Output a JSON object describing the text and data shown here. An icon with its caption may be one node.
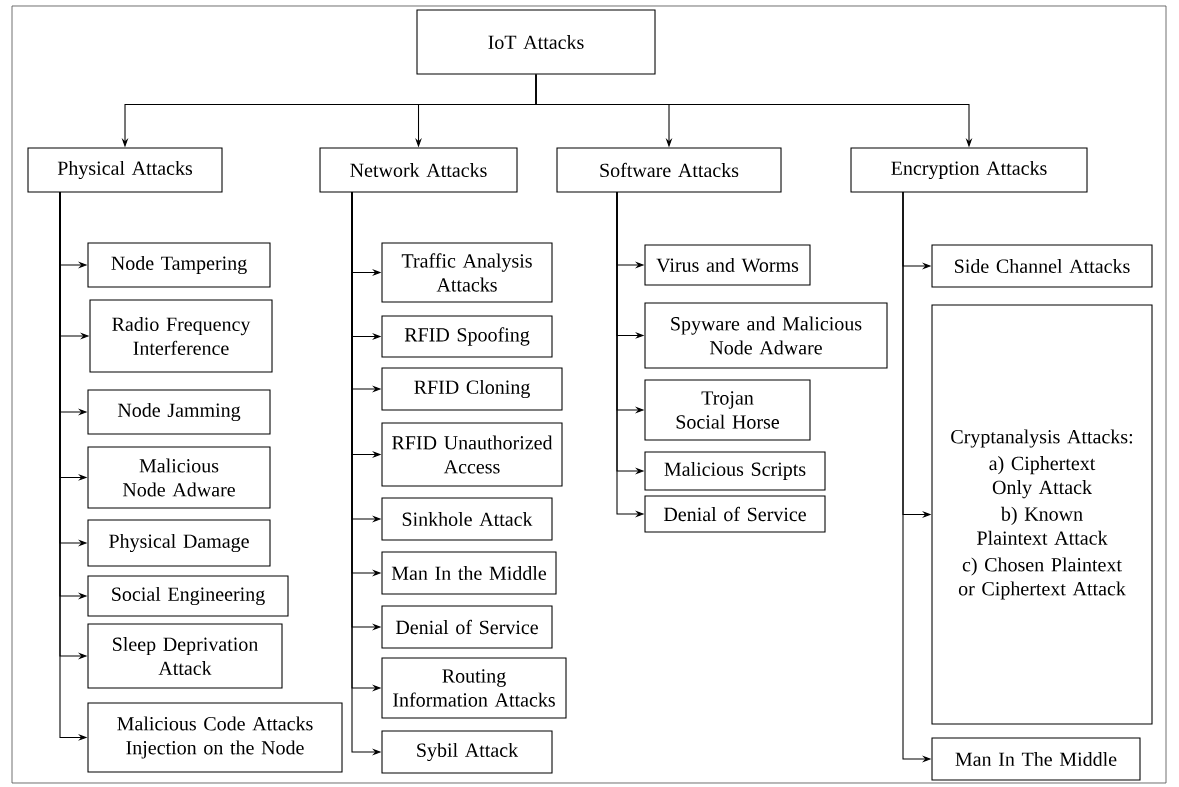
{
  "diagram": {
    "nodes": [
      {
        "text": [
          "IoT Attacks"
        ]
      },
      {
        "text": [
          "Physical Attacks"
        ]
      },
      {
        "text": [
          "Network Attacks"
        ]
      },
      {
        "text": [
          "Software Attacks"
        ]
      },
      {
        "text": [
          "Encryption Attacks"
        ]
      },
      {
        "text": [
          "Node Tampering"
        ]
      },
      {
        "text": [
          "Radio Frequency Interference"
        ]
      },
      {
        "text": [
          "Node Jamming"
        ]
      },
      {
        "text": [
          "Malicious Node Adware"
        ]
      },
      {
        "text": [
          "Physical Damage"
        ]
      },
      {
        "text": [
          "Social Engineering"
        ]
      },
      {
        "text": [
          "Sleep Deprivation Attack"
        ]
      },
      {
        "text": [
          "Malicious Code Attacks Injection on the Node"
        ]
      },
      {
        "text": [
          "Traffic Analysis Attacks"
        ]
      },
      {
        "text": [
          "RFID Spoofing"
        ]
      },
      {
        "text": [
          "RFID Cloning"
        ]
      },
      {
        "text": [
          "RFID Unauthorized Access"
        ]
      },
      {
        "text": [
          "Sinkhole Attack"
        ]
      },
      {
        "text": [
          "Man In the Middle"
        ]
      },
      {
        "text": [
          "Denial of Service"
        ]
      },
      {
        "text": [
          "Routing Information Attacks"
        ]
      },
      {
        "text": [
          "Sybil Attack"
        ]
      },
      {
        "text": [
          "Virus and Worms"
        ]
      },
      {
        "text": [
          "Spyware and Malicious Node Adware"
        ]
      },
      {
        "text": [
          "Trojan Social Horse"
        ]
      },
      {
        "text": [
          "Malicious Scripts"
        ]
      },
      {
        "text": [
          "Denial of Service"
        ]
      },
      {
        "text": [
          "Side Channel Attacks"
        ]
      },
      {
        "text": [
          "Cryptanalysis Attacks:",
          "a) Ciphertext Only Attack",
          "b) Known Plaintext Attack",
          "c) Chosen Plaintext or Ciphertext Attack"
        ]
      },
      {
        "text": [
          "Man In The Middle"
        ]
      }
    ],
    "edges": [
      {
        "from": 0,
        "to": 1,
        "arrow": "to"
      },
      {
        "from": 0,
        "to": 2,
        "arrow": "to"
      },
      {
        "from": 0,
        "to": 3,
        "arrow": "to"
      },
      {
        "from": 0,
        "to": 4,
        "arrow": "to"
      },
      {
        "from": 1,
        "to": 5,
        "arrow": "to"
      },
      {
        "from": 1,
        "to": 6,
        "arrow": "to"
      },
      {
        "from": 1,
        "to": 7,
        "arrow": "to"
      },
      {
        "from": 1,
        "to": 8,
        "arrow": "to"
      },
      {
        "from": 1,
        "to": 9,
        "arrow": "to"
      },
      {
        "from": 1,
        "to": 10,
        "arrow": "to"
      },
      {
        "from": 1,
        "to": 11,
        "arrow": "to"
      },
      {
        "from": 1,
        "to": 12,
        "arrow": "to"
      },
      {
        "from": 2,
        "to": 13,
        "arrow": "to"
      },
      {
        "from": 2,
        "to": 14,
        "arrow": "to"
      },
      {
        "from": 2,
        "to": 15,
        "arrow": "to"
      },
      {
        "from": 2,
        "to": 16,
        "arrow": "to"
      },
      {
        "from": 2,
        "to": 17,
        "arrow": "to"
      },
      {
        "from": 2,
        "to": 18,
        "arrow": "to"
      },
      {
        "from": 2,
        "to": 19,
        "arrow": "to"
      },
      {
        "from": 2,
        "to": 20,
        "arrow": "to"
      },
      {
        "from": 2,
        "to": 21,
        "arrow": "to"
      },
      {
        "from": 3,
        "to": 22,
        "arrow": "to"
      },
      {
        "from": 3,
        "to": 23,
        "arrow": "to"
      },
      {
        "from": 3,
        "to": 24,
        "arrow": "to"
      },
      {
        "from": 3,
        "to": 25,
        "arrow": "to"
      },
      {
        "from": 3,
        "to": 26,
        "arrow": "to"
      },
      {
        "from": 4,
        "to": 27,
        "arrow": "to"
      },
      {
        "from": 4,
        "to": 28,
        "arrow": "to"
      },
      {
        "from": 4,
        "to": 29,
        "arrow": "to"
      }
    ]
  }
}
